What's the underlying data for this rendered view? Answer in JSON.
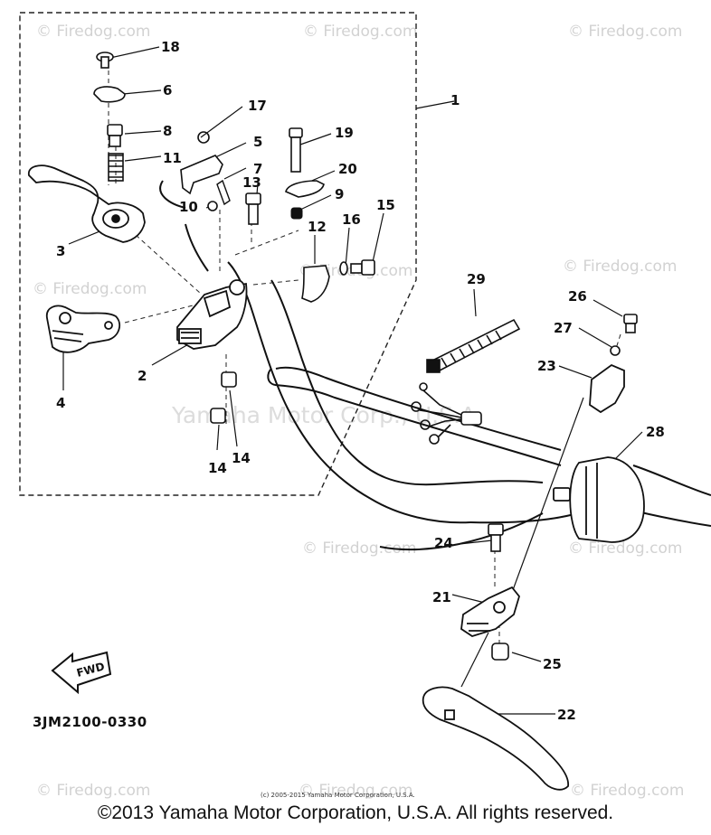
{
  "watermark_site": "© Firedog.com",
  "watermark_center": "Yamaha Motor Corp., U.S.A.",
  "diagram_code": "3JM2100-0330",
  "fwd_label": "FWD",
  "small_copyright": "(c) 2005-2015 Yamaha Motor Corporation, U.S.A.",
  "copyright": "©2013 Yamaha Motor Corporation, U.S.A. All rights reserved.",
  "part_labels": [
    "1",
    "2",
    "3",
    "4",
    "5",
    "6",
    "7",
    "8",
    "9",
    "10",
    "11",
    "12",
    "13",
    "14",
    "14",
    "15",
    "16",
    "17",
    "18",
    "19",
    "20",
    "21",
    "22",
    "23",
    "24",
    "25",
    "26",
    "27",
    "28",
    "29"
  ]
}
